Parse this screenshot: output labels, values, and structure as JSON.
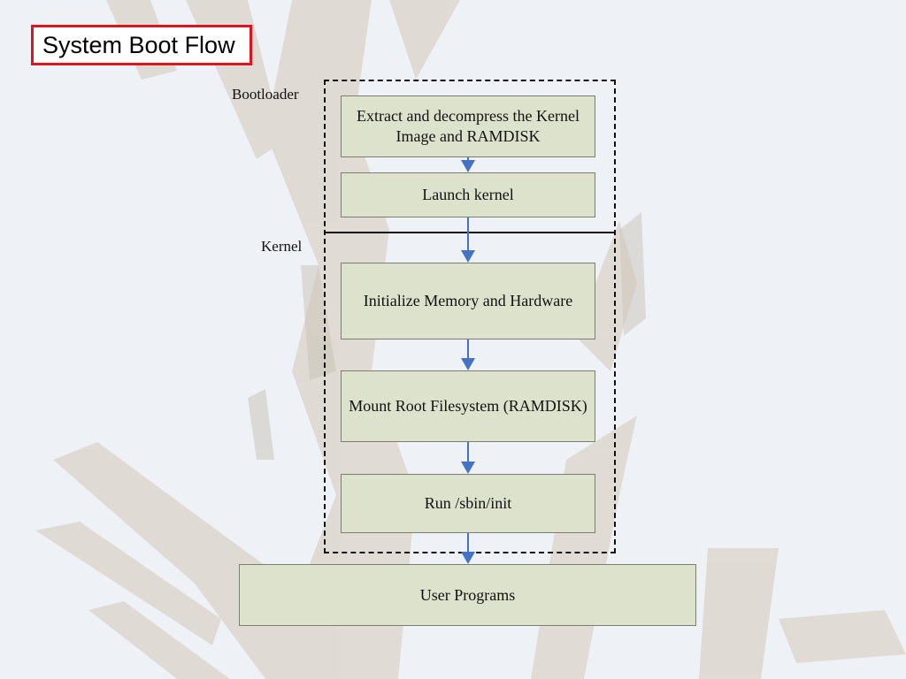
{
  "title": "System Boot Flow",
  "regions": {
    "bootloader": {
      "label": "Bootloader"
    },
    "kernel": {
      "label": "Kernel"
    }
  },
  "steps": [
    {
      "id": "extract",
      "text": "Extract and decompress the Kernel Image and RAMDISK",
      "region": "Bootloader"
    },
    {
      "id": "launch",
      "text": "Launch kernel",
      "region": "Bootloader"
    },
    {
      "id": "init-mem",
      "text": "Initialize Memory and Hardware",
      "region": "Kernel"
    },
    {
      "id": "mount-root",
      "text": "Mount Root Filesystem (RAMDISK)",
      "region": "Kernel"
    },
    {
      "id": "run-init",
      "text": "Run /sbin/init",
      "region": "Kernel"
    },
    {
      "id": "user-programs",
      "text": "User Programs",
      "region": ""
    }
  ],
  "colors": {
    "title_border": "#e0141e",
    "step_fill": "#dde2cc",
    "arrow": "#4472c4"
  }
}
